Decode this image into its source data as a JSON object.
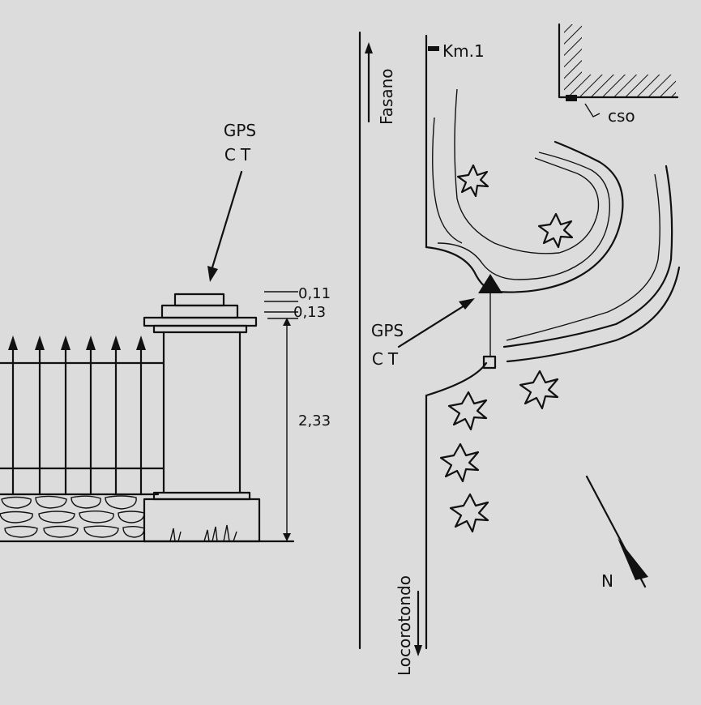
{
  "pillar_marker": {
    "line1": "GPS",
    "line2": "CT"
  },
  "dims": {
    "top": "0,11",
    "step": "0,13",
    "height": "2,33"
  },
  "plan": {
    "road_up": "Fasano",
    "road_down": "Locorotondo",
    "km_marker": "Km.1",
    "corner_label": "cso",
    "marker": {
      "line1": "GPS",
      "line2": "CT"
    },
    "north": "N"
  },
  "colors": {
    "paper": "#dcdcdc",
    "ink": "#111111"
  }
}
